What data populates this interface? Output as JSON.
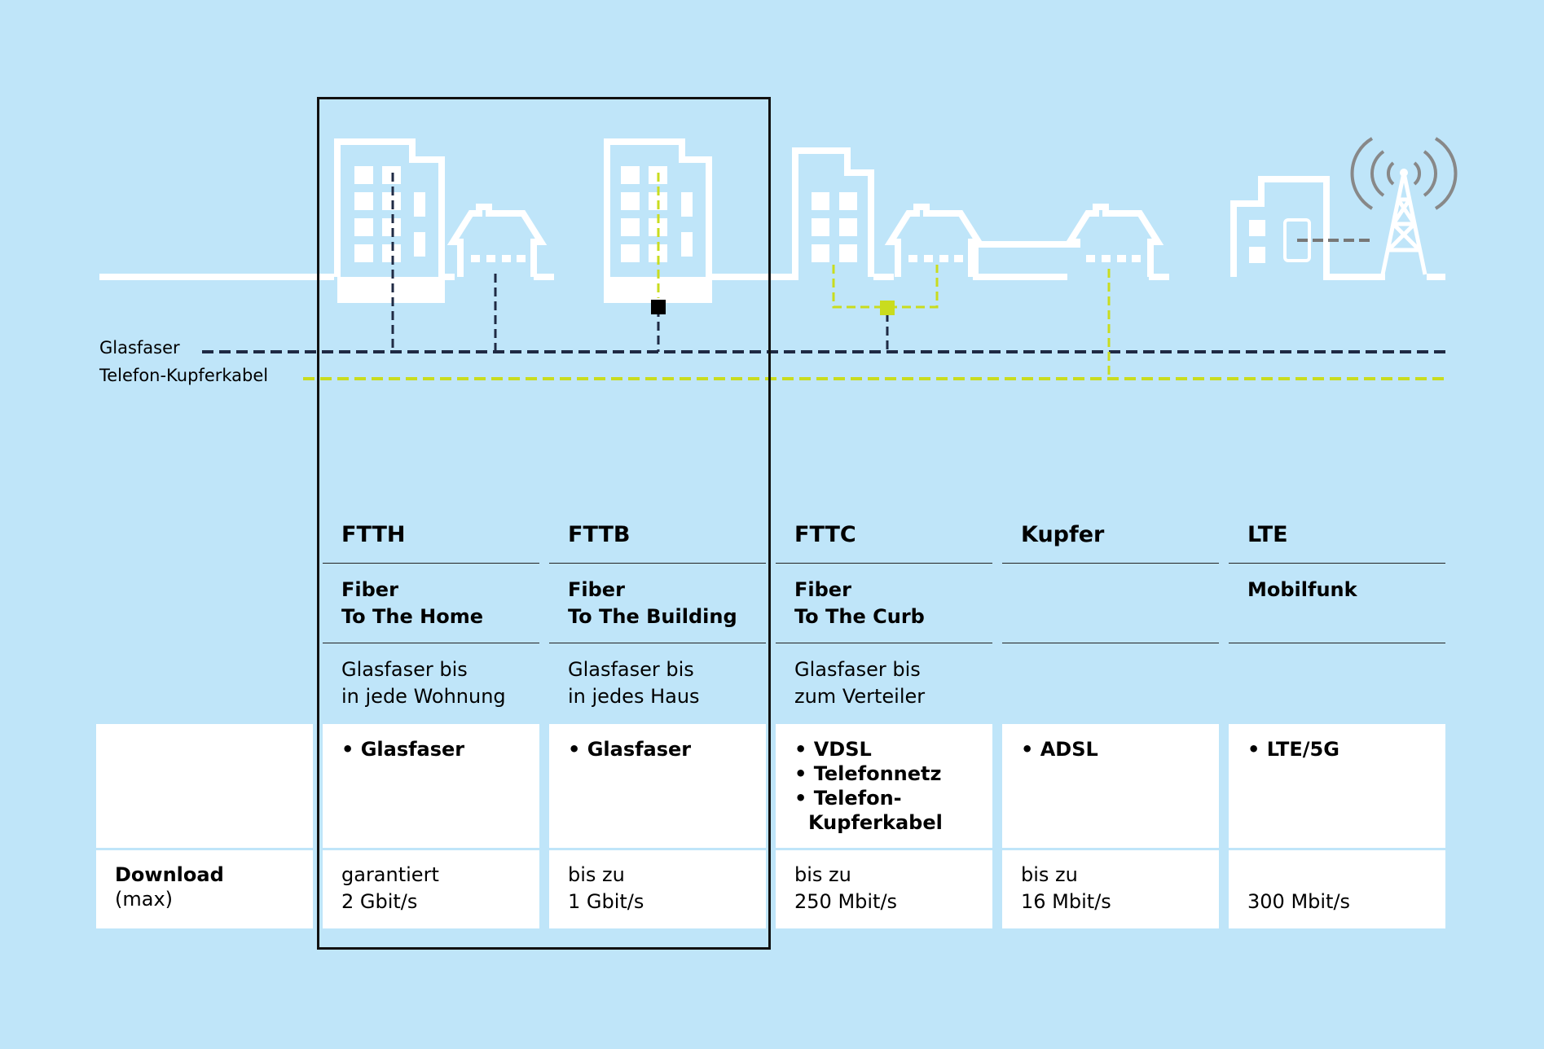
{
  "legend": {
    "fiber_label": "Glasfaser",
    "copper_label": "Telefon-Kupferkabel",
    "fiber_color": "#1f2a44",
    "copper_color": "#c9dc1e"
  },
  "columns": [
    {
      "title": "FTTH",
      "subtitle_1": "Fiber",
      "subtitle_2": "To The Home",
      "desc_1": "Glasfaser bis",
      "desc_2": "in jede Wohnung",
      "bullets": [
        "Glasfaser"
      ],
      "download_1": "garantiert",
      "download_2": "2 Gbit/s"
    },
    {
      "title": "FTTB",
      "subtitle_1": "Fiber",
      "subtitle_2": "To The Building",
      "desc_1": "Glasfaser bis",
      "desc_2": "in jedes Haus",
      "bullets": [
        "Glasfaser"
      ],
      "download_1": "bis zu",
      "download_2": "1 Gbit/s"
    },
    {
      "title": "FTTC",
      "subtitle_1": "Fiber",
      "subtitle_2": "To The Curb",
      "desc_1": "Glasfaser bis",
      "desc_2": "zum Verteiler",
      "bullets": [
        "VDSL",
        "Telefonnetz",
        "Telefon-Kupferkabel"
      ],
      "download_1": "bis zu",
      "download_2": "250 Mbit/s"
    },
    {
      "title": "Kupfer",
      "subtitle_1": "",
      "subtitle_2": "",
      "desc_1": "",
      "desc_2": "",
      "bullets": [
        "ADSL"
      ],
      "download_1": "bis zu",
      "download_2": "16 Mbit/s"
    },
    {
      "title": "LTE",
      "subtitle_1": "Mobilfunk",
      "subtitle_2": "",
      "desc_1": "",
      "desc_2": "",
      "bullets": [
        "LTE/5G"
      ],
      "download_1": "",
      "download_2": "300 Mbit/s"
    }
  ],
  "row_label": {
    "bold": "Download",
    "normal": "(max)"
  },
  "colors": {
    "background": "#bfe5f9",
    "white": "#ffffff",
    "highlight_box": "#111111"
  }
}
